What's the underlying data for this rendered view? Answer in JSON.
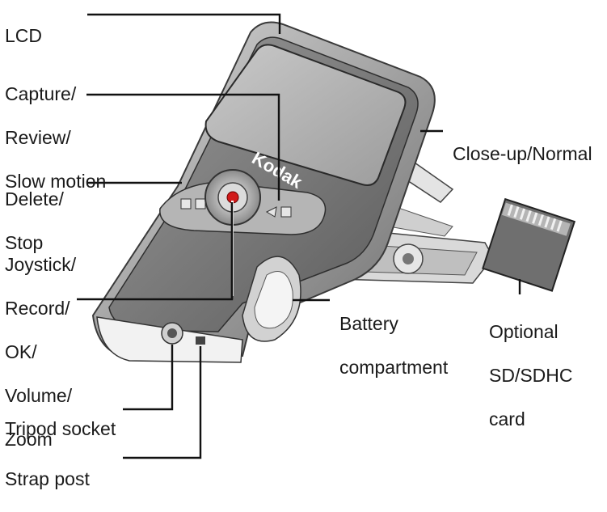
{
  "brand": "Kodak",
  "labels": {
    "lcd": "LCD",
    "capture": [
      "Capture/",
      "Review/",
      "Slow motion"
    ],
    "delete": [
      "Delete/",
      "Stop"
    ],
    "joystick": [
      "Joystick/",
      "Record/",
      "OK/",
      "Volume/",
      "Zoom"
    ],
    "tripod": "Tripod socket",
    "strap": "Strap post",
    "closeup": "Close-up/Normal",
    "battery": [
      "Battery",
      "compartment"
    ],
    "sdcard": [
      "Optional",
      "SD/SDHC",
      "card"
    ]
  }
}
